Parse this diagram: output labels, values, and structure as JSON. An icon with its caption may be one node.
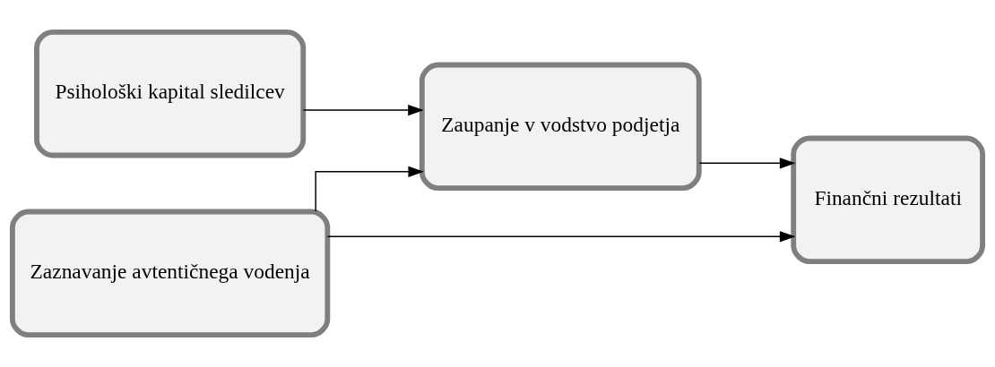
{
  "diagram": {
    "nodes": [
      {
        "text": [
          "Zaznavanje avtentičnega vodenja"
        ]
      },
      {
        "text": [
          "Psihološki kapital sledilcev"
        ]
      },
      {
        "text": [
          "Zaupanje v vodstvo podjetja"
        ]
      },
      {
        "text": [
          "Finančni rezultati"
        ]
      }
    ],
    "edges": [
      {
        "from": 0,
        "to": 3,
        "arrow": "to"
      },
      {
        "from": 0,
        "to": 2,
        "arrow": "to"
      },
      {
        "from": 1,
        "to": 2,
        "arrow": "to"
      },
      {
        "from": 2,
        "to": 3,
        "arrow": "to"
      }
    ]
  }
}
